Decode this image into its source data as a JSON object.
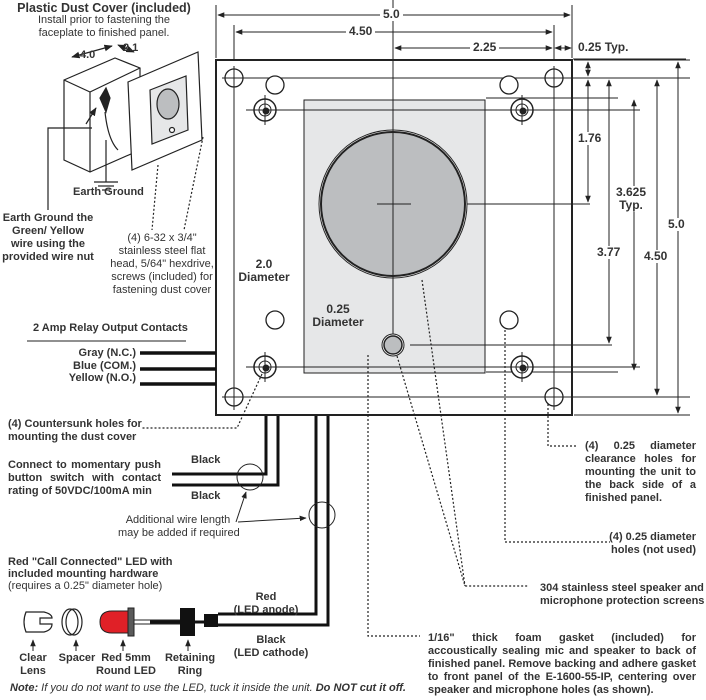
{
  "dust_cover": {
    "title": "Plastic Dust Cover (included)",
    "subtitle_line1": "Install prior to fastening the",
    "subtitle_line2": "faceplate to finished panel.",
    "dim_length": "4.0",
    "dim_depth": "2.1",
    "earth_ground": "Earth Ground",
    "earth_note": [
      "Earth Ground the",
      "Green/ Yellow",
      "wire using the",
      "provided wire nut"
    ],
    "screw_note": [
      "(4) 6-32 x 3/4\"",
      "stainless steel flat",
      "head, 5/64\" hexdrive,",
      "screws (included) for",
      "fastening dust cover"
    ]
  },
  "dimensions": {
    "overall_width": "5.0",
    "hole_span_width": "4.50",
    "center_offset": "2.25",
    "edge_offset": "0.25 Typ.",
    "speaker_center": "1.76",
    "gasket_height_1": "3.625",
    "gasket_height_2": "Typ.",
    "mic_center": "3.77",
    "hole_span_height": "4.50",
    "overall_height": "5.0",
    "speaker_diameter_value": "2.0",
    "speaker_diameter_label": "Diameter",
    "mic_diameter_value": "0.25",
    "mic_diameter_label": "Diameter"
  },
  "relay": {
    "title": "2 Amp Relay Output Contacts",
    "wires": [
      "Gray (N.C.)",
      "Blue (COM.)",
      "Yellow (N.O.)"
    ]
  },
  "countersunk_note": [
    "(4) Countersunk holes for",
    "mounting the dust cover"
  ],
  "push_button": {
    "note": "Connect to momentary push button switch with contact rating of 50VDC/100mA min",
    "wire_top": "Black",
    "wire_bottom": "Black",
    "extension_note_1": "Additional wire length",
    "extension_note_2": "may be added if required"
  },
  "led": {
    "title_line1": "Red \"Call Connected\" LED with",
    "title_line2": "included mounting hardware",
    "requirement": "(requires a 0.25\" diameter hole)",
    "parts": [
      {
        "line1": "Clear",
        "line2": "Lens"
      },
      {
        "line1": "Spacer",
        "line2": ""
      },
      {
        "line1": "Red 5mm",
        "line2": "Round LED"
      },
      {
        "line1": "Retaining",
        "line2": "Ring"
      }
    ],
    "wire_red_1": "Red",
    "wire_red_2": "(LED anode)",
    "wire_black_1": "Black",
    "wire_black_2": "(LED cathode)",
    "led_color": "#e02027"
  },
  "notes": {
    "clearance_holes": "(4) 0.25 diameter clearance holes for mounting the unit to the back side of a finished panel.",
    "unused_holes_1": "(4) 0.25 diameter",
    "unused_holes_2": "holes (not used)",
    "screens_1": "304 stainless steel speaker and",
    "screens_2": "microphone protection screens",
    "gasket": "1/16\" thick foam gasket (included) for accoustically sealing mic and speaker to back of finished panel. Remove backing and adhere gasket to front panel of the E-1600-55-IP, centering over speaker and microphone holes (as shown).",
    "footer_label": "Note:",
    "footer_text": " If you do not want to use the LED, tuck it inside the unit. ",
    "footer_bold": "Do NOT cut it off."
  },
  "colors": {
    "line": "#222222",
    "gasket_fill": "#e6e7e8",
    "speaker_fill": "#bcbec0"
  }
}
